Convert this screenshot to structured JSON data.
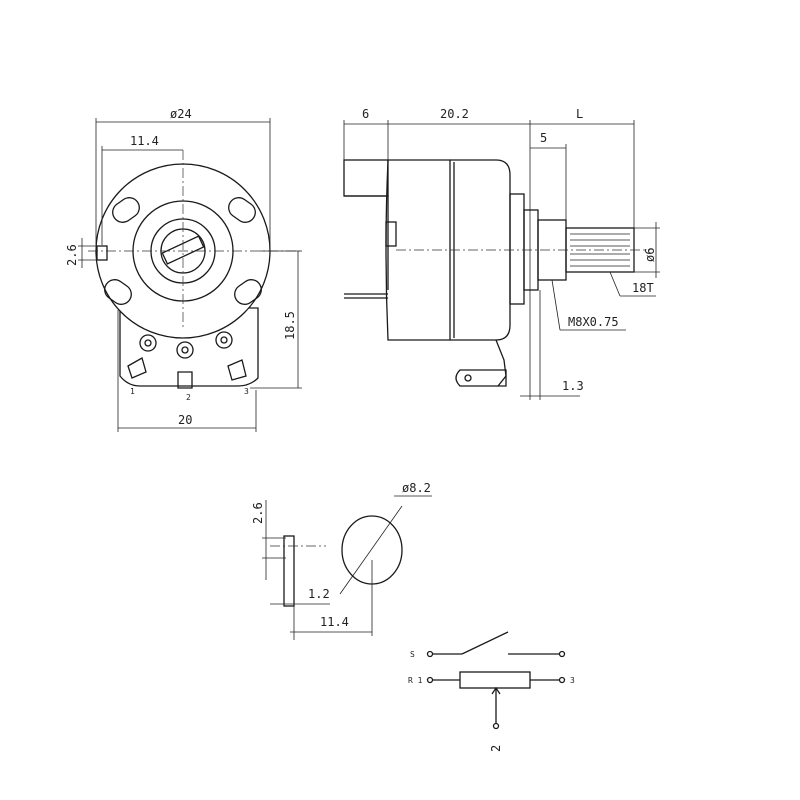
{
  "front_view": {
    "dia_outer": "ø24",
    "width_11_4": "11.4",
    "height_2_6": "2.6",
    "height_18_5": "18.5",
    "width_20": "20",
    "pin_labels": [
      "1",
      "2",
      "3"
    ]
  },
  "side_view": {
    "dim_6": "6",
    "dim_20_2": "20.2",
    "dim_L": "L",
    "dim_5": "5",
    "shaft_dia": "ø6",
    "spline": "18T",
    "thread": "M8X0.75",
    "dim_1_3": "1.3"
  },
  "washer_detail": {
    "thickness_2_6": "2.6",
    "dim_1_2": "1.2",
    "dim_11_4": "11.4",
    "dia_8_2": "ø8.2"
  },
  "schematic": {
    "switch_pin": "S",
    "left_pin": "R 1",
    "right_pin": "3",
    "wiper_pin": "2"
  }
}
